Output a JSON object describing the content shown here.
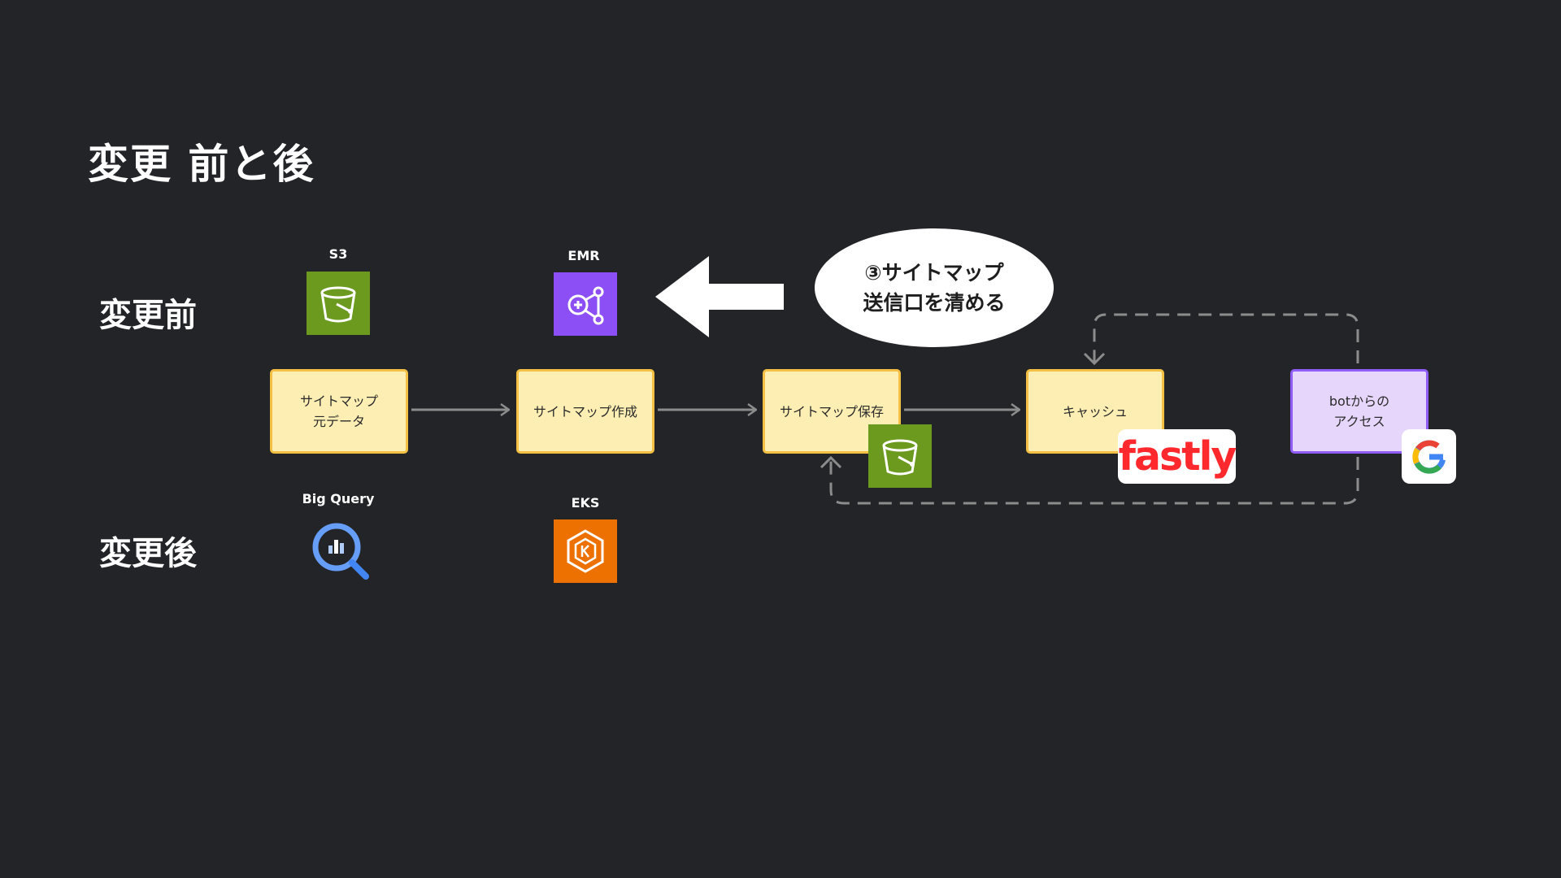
{
  "title": "変更 前と後",
  "rows": {
    "before": "変更前",
    "after": "変更後"
  },
  "services": {
    "s3": "S3",
    "emr": "EMR",
    "bigquery": "Big Query",
    "eks": "EKS"
  },
  "nodes": {
    "sitemap_source": [
      "サイトマップ",
      "元データ"
    ],
    "sitemap_create": "サイトマップ作成",
    "sitemap_save": "サイトマップ保存",
    "cache": "キャッシュ",
    "bot_access": [
      "botからの",
      "アクセス"
    ]
  },
  "callout": [
    "③サイトマップ",
    "送信口を清める"
  ],
  "logos": {
    "fastly": "fastly"
  },
  "colors": {
    "background": "#232428",
    "node_fill": "#fdeeb3",
    "node_border": "#f3c043",
    "bot_fill": "#e6d6fb",
    "bot_border": "#8f5cf5",
    "s3": "#6b9a1e",
    "emr": "#8c4ff6",
    "eks": "#ed7100",
    "fastly": "#ff282d"
  },
  "icons": [
    "s3-bucket-icon",
    "emr-icon",
    "bigquery-icon",
    "eks-icon",
    "fastly-logo",
    "google-icon",
    "left-arrow-icon"
  ]
}
